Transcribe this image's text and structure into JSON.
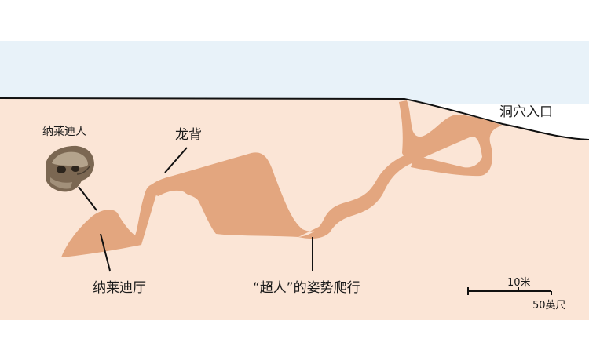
{
  "colors": {
    "sky": "#e8f2f9",
    "ground": "#fbe5d6",
    "cave": "#e3a67f",
    "line": "#111111"
  },
  "labels": {
    "cave_entrance": "洞穴入口",
    "dragons_back": "龙背",
    "naledi": "纳莱迪人",
    "dinaledi_chamber": "纳莱迪厅",
    "superman_crawl": "“超人”的姿势爬行"
  },
  "scale_bar": {
    "metric": "10米",
    "imperial": "50英尺"
  },
  "icons": {
    "skull": "hominin-skull-icon"
  }
}
